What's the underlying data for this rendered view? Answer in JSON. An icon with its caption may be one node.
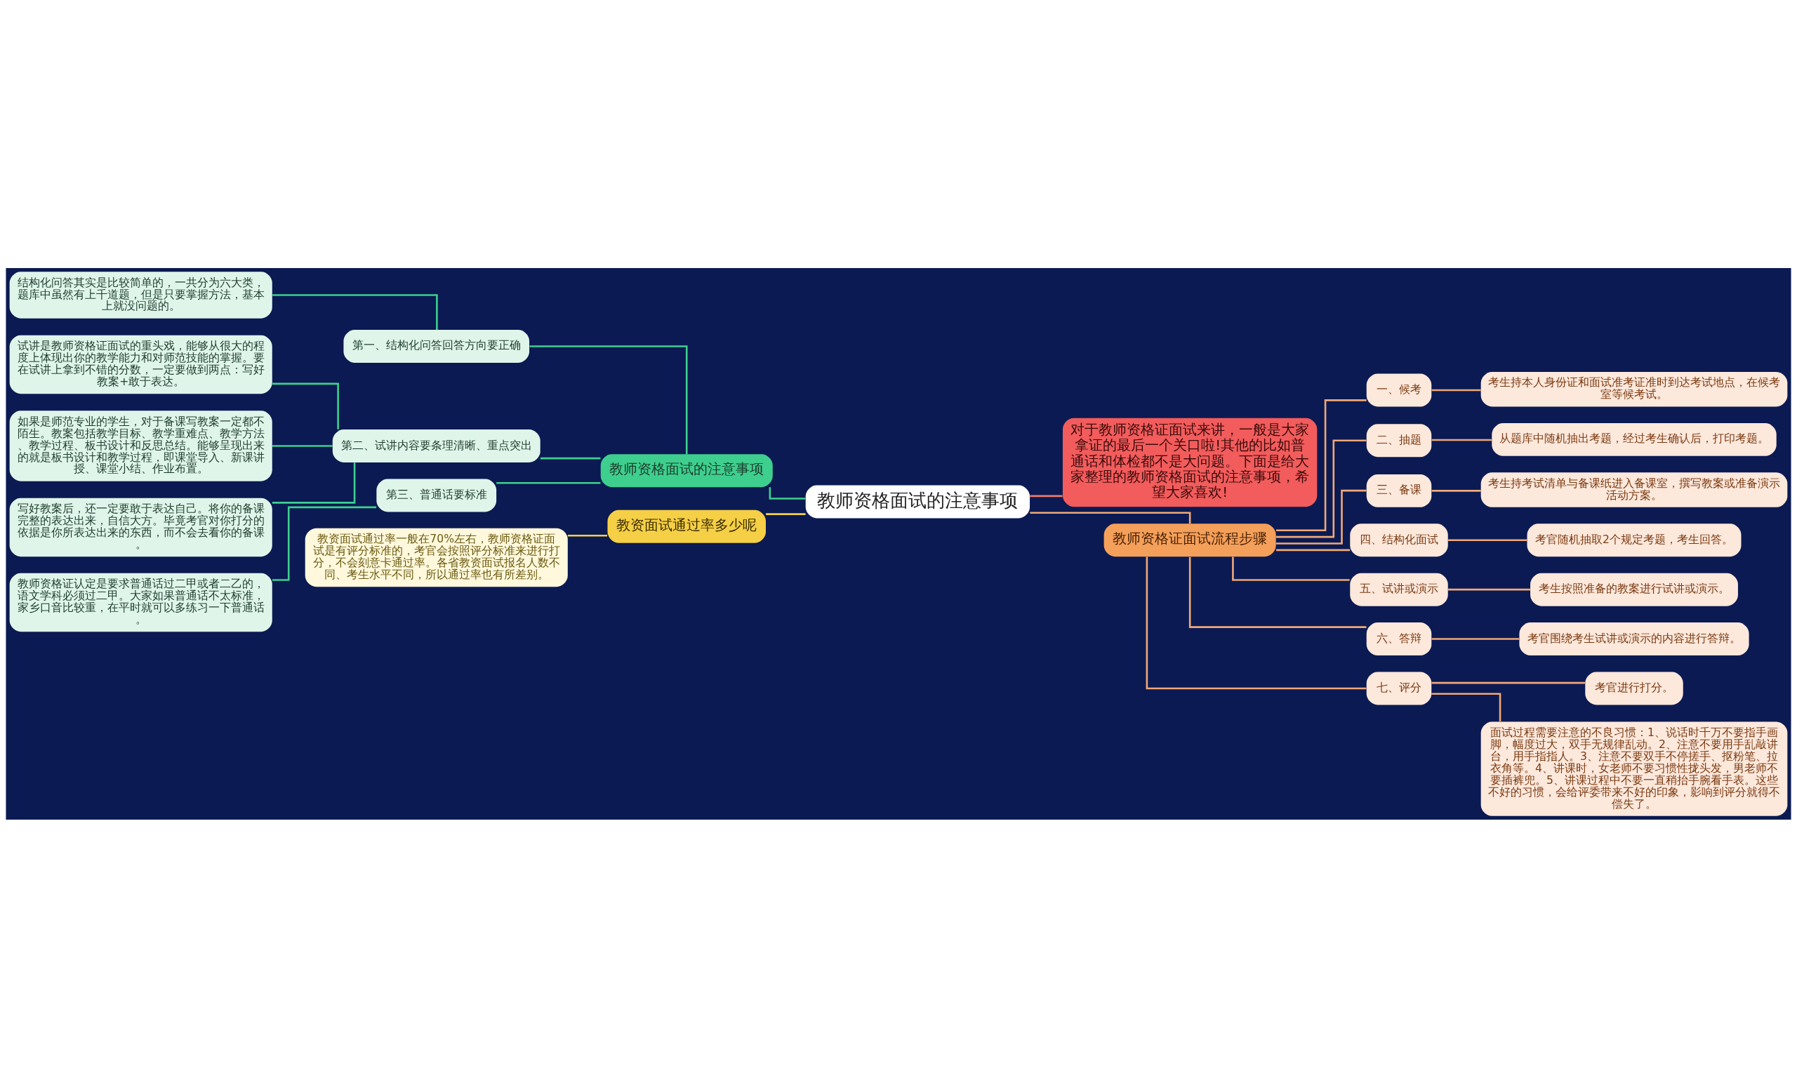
{
  "diagram": {
    "nodes": [
      {
        "text": [
          "教师资格面试的注意事项"
        ]
      },
      {
        "text": [
          "教师资格面试的注意事项"
        ]
      },
      {
        "text": [
          "第一、结构化问答回答方向要正确"
        ]
      },
      {
        "text": [
          "结构化问答其实是比较简单的，一共分为六大类，题库中虽然有上千道题，但是只要掌握方法，基本上就没问题的。"
        ]
      },
      {
        "text": [
          "第二、试讲内容要条理清晰、重点突出"
        ]
      },
      {
        "text": [
          "试讲是教师资格证面试的重头戏，能够从很大的程度上体现出你的教学能力和对师范技能的掌握。要在试讲上拿到不错的分数，一定要做到两点：写好教案+敢于表达。"
        ]
      },
      {
        "text": [
          "如果是师范专业的学生，对于备课写教案一定都不陌生。教案包括教学目标、教学重难点、教学方法、教学过程、板书设计和反思总结。能够呈现出来的就是板书设计和教学过程，即课堂导入、新课讲授、课堂小结、作业布置。"
        ]
      },
      {
        "text": [
          "写好教案后，还一定要敢于表达自己。将你的备课完整的表达出来，自信大方。毕竟考官对你打分的依据是你所表达出来的东西，而不会去看你的备课。"
        ]
      },
      {
        "text": [
          "第三、普通话要标准"
        ]
      },
      {
        "text": [
          "教师资格证认定是要求普通话过二甲或者二乙的，语文学科必须过二甲。大家如果普通话不太标准，家乡口音比较重，在平时就可以多练习一下普通话。"
        ]
      },
      {
        "text": [
          "教资面试通过率多少呢"
        ]
      },
      {
        "text": [
          "教资面试通过率一般在70%左右，教师资格证面试是有评分标准的，考官会按照评分标准来进行打分，不会刻意卡通过率。各省教资面试报名人数不同、考生水平不同，所以通过率也有所差别。"
        ]
      },
      {
        "text": [
          "对于教师资格证面试来讲，一般是大家拿证的最后一个关口啦!其他的比如普通话和体检都不是大问题。下面是给大家整理的教师资格面试的注意事项，希望大家喜欢!"
        ]
      },
      {
        "text": [
          "教师资格证面试流程步骤"
        ]
      },
      {
        "text": [
          "一、候考"
        ]
      },
      {
        "text": [
          "考生持本人身份证和面试准考证准时到达考试地点，在候考室等候考试。"
        ]
      },
      {
        "text": [
          "二、抽题"
        ]
      },
      {
        "text": [
          "从题库中随机抽出考题，经过考生确认后，打印考题。"
        ]
      },
      {
        "text": [
          "三、备课"
        ]
      },
      {
        "text": [
          "考生持考试清单与备课纸进入备课室，撰写教案或准备演示活动方案。"
        ]
      },
      {
        "text": [
          "四、结构化面试"
        ]
      },
      {
        "text": [
          "考官随机抽取2个规定考题，考生回答。"
        ]
      },
      {
        "text": [
          "五、试讲或演示"
        ]
      },
      {
        "text": [
          "考生按照准备的教案进行试讲或演示。"
        ]
      },
      {
        "text": [
          "六、答辩"
        ]
      },
      {
        "text": [
          "考官围绕考生试讲或演示的内容进行答辩。"
        ]
      },
      {
        "text": [
          "七、评分"
        ]
      },
      {
        "text": [
          "考官进行打分。"
        ]
      },
      {
        "text": [
          "面试过程需要注意的不良习惯：1、说话时千万不要指手画脚，幅度过大，双手无规律乱动。2、注意不要用手乱敲讲台，用手指指人。3、注意不要双手不停搓手、抠粉笔、拉衣角等。4、讲课时，女老师不要习惯性拢头发，男老师不要插裤兜。5、讲课过程中不要一直稍抬手腕看手表。这些不好的习惯，会给评委带来不好的印象，影响到评分就得不偿失了。"
        ]
      }
    ],
    "edges": [
      {
        "from": 0,
        "to": 1,
        "arrow": "none",
        "color": "#3ecf8e"
      },
      {
        "from": 1,
        "to": 2,
        "arrow": "none",
        "color": "#3ecf8e"
      },
      {
        "from": 2,
        "to": 3,
        "arrow": "none",
        "color": "#3ecf8e"
      },
      {
        "from": 1,
        "to": 4,
        "arrow": "none",
        "color": "#3ecf8e"
      },
      {
        "from": 4,
        "to": 5,
        "arrow": "none",
        "color": "#3ecf8e"
      },
      {
        "from": 4,
        "to": 6,
        "arrow": "none",
        "color": "#3ecf8e"
      },
      {
        "from": 4,
        "to": 7,
        "arrow": "none",
        "color": "#3ecf8e"
      },
      {
        "from": 1,
        "to": 8,
        "arrow": "none",
        "color": "#3ecf8e"
      },
      {
        "from": 8,
        "to": 9,
        "arrow": "none",
        "color": "#3ecf8e"
      },
      {
        "from": 0,
        "to": 10,
        "arrow": "none",
        "color": "#f5cf45"
      },
      {
        "from": 10,
        "to": 11,
        "arrow": "none",
        "color": "#f5cf45"
      },
      {
        "from": 0,
        "to": 12,
        "arrow": "none",
        "color": "#f07a6a"
      },
      {
        "from": 0,
        "to": 13,
        "arrow": "none"
      },
      {
        "from": 13,
        "to": 14,
        "arrow": "none"
      },
      {
        "from": 14,
        "to": 15,
        "arrow": "none"
      },
      {
        "from": 13,
        "to": 16,
        "arrow": "none"
      },
      {
        "from": 16,
        "to": 17,
        "arrow": "none"
      },
      {
        "from": 13,
        "to": 18,
        "arrow": "none"
      },
      {
        "from": 18,
        "to": 19,
        "arrow": "none"
      },
      {
        "from": 13,
        "to": 20,
        "arrow": "none"
      },
      {
        "from": 20,
        "to": 21,
        "arrow": "none"
      },
      {
        "from": 13,
        "to": 22,
        "arrow": "none"
      },
      {
        "from": 22,
        "to": 23,
        "arrow": "none"
      },
      {
        "from": 13,
        "to": 24,
        "arrow": "none"
      },
      {
        "from": 24,
        "to": 25,
        "arrow": "none"
      },
      {
        "from": 13,
        "to": 26,
        "arrow": "none"
      },
      {
        "from": 26,
        "to": 27,
        "arrow": "none"
      },
      {
        "from": 26,
        "to": 28,
        "arrow": "none"
      }
    ]
  }
}
